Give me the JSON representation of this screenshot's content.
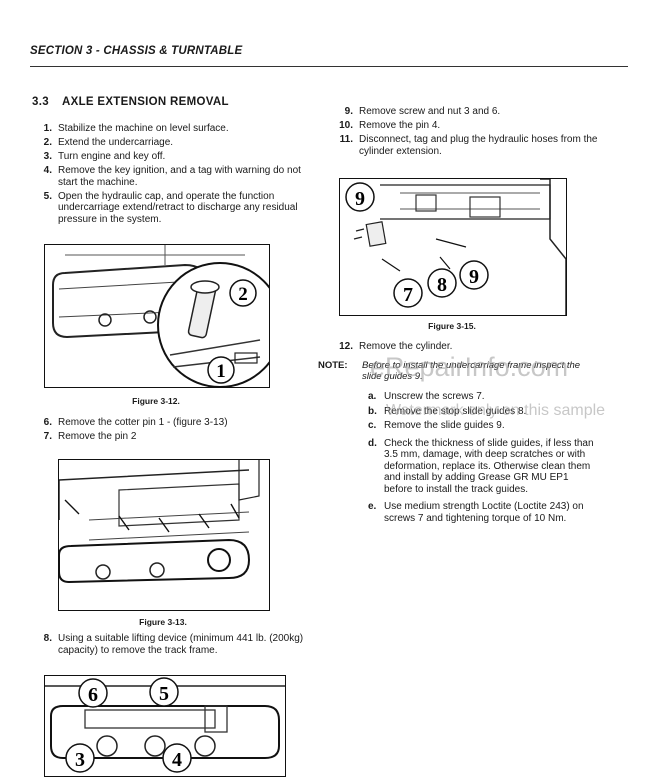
{
  "header": {
    "title": "SECTION 3 - CHASSIS & TURNTABLE"
  },
  "section": {
    "number": "3.3",
    "title": "AXLE EXTENSION REMOVAL"
  },
  "steps_a": [
    {
      "n": "1.",
      "text": "Stabilize the machine on level surface."
    },
    {
      "n": "2.",
      "text": "Extend the undercarriage."
    },
    {
      "n": "3.",
      "text": "Turn engine and key off."
    },
    {
      "n": "4.",
      "text": "Remove the key ignition, and a tag with warning do not start the machine."
    },
    {
      "n": "5.",
      "text": "Open the hydraulic cap, and operate the function undercarriage extend/retract to discharge any residual pressure in the system."
    }
  ],
  "steps_b": [
    {
      "n": "6.",
      "text": "Remove the cotter pin 1 - (figure 3-13)"
    },
    {
      "n": "7.",
      "text": "Remove the pin 2"
    }
  ],
  "steps_c": [
    {
      "n": "8.",
      "text": "Using a suitable lifting device (minimum 441 lb. (200kg) capacity) to remove the track frame."
    }
  ],
  "steps_d": [
    {
      "n": "9.",
      "text": "Remove screw and nut 3 and 6."
    },
    {
      "n": "10.",
      "text": "Remove the pin 4."
    },
    {
      "n": "11.",
      "text": "Disconnect, tag and plug the hydraulic hoses from the cylinder extension."
    }
  ],
  "steps_e": [
    {
      "n": "12.",
      "text": "Remove the cylinder."
    }
  ],
  "note": {
    "label": "NOTE:",
    "text": "Before to install the undercarriage frame inspect the slide guides 9."
  },
  "substeps": [
    {
      "n": "a.",
      "text": "Unscrew the screws 7."
    },
    {
      "n": "b.",
      "text": "Remove the stop slide guides 8."
    },
    {
      "n": "c.",
      "text": "Remove the slide guides 9."
    },
    {
      "n": "d.",
      "text": "Check the thickness of slide guides, if less than 3.5 mm, damage, with deep scratches or with deformation, replace its. Otherwise clean them and install by adding Grease GR MU EP1 before to install the track guides."
    },
    {
      "n": "e.",
      "text": "Use medium strength Loctite (Loctite 243) on screws 7 and tightening torque of 10 Nm."
    }
  ],
  "figures": {
    "f312": {
      "caption": "Figure 3-12.",
      "callouts": [
        "2",
        "1"
      ]
    },
    "f313": {
      "caption": "Figure 3-13."
    },
    "f315": {
      "caption": "Figure 3-15.",
      "callouts": [
        "9",
        "7",
        "8",
        "9"
      ]
    },
    "f314": {
      "callouts": [
        "6",
        "5",
        "3",
        "4"
      ]
    }
  },
  "watermark": {
    "line1": "eRepairInfo.com",
    "line2": "Watermark only on this sample"
  }
}
